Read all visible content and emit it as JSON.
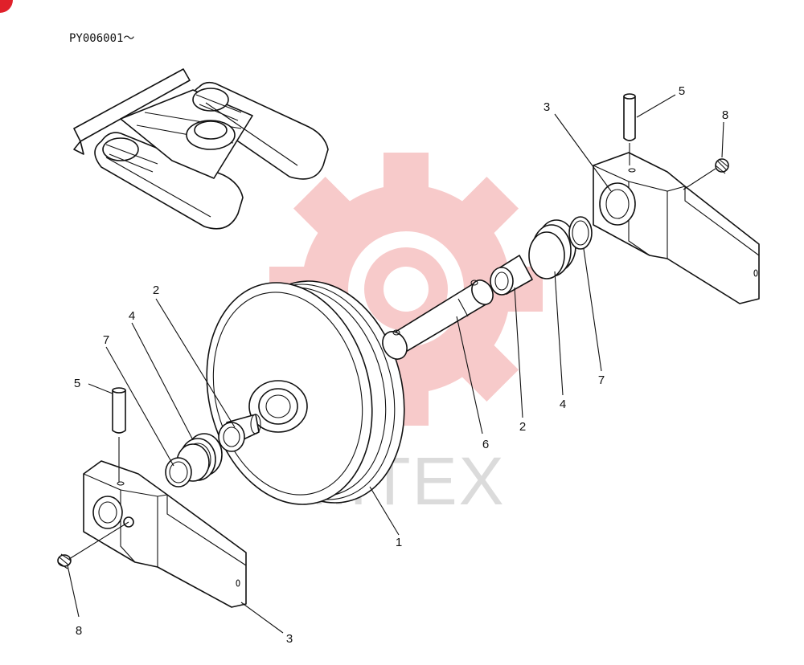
{
  "header": {
    "serial_code": "PY006001～"
  },
  "watermark": {
    "text": "MITEX",
    "gear_color": "#f2a0a0"
  },
  "callouts": {
    "idler_wheel": "1",
    "bushing_left": "2",
    "bushing_right": "2",
    "seal_left": "4",
    "seal_right": "4",
    "oring_left": "7",
    "oring_right": "7",
    "pin_left": "5",
    "pin_right": "5",
    "bracket_left": "3",
    "bracket_right": "3",
    "plug_left": "8",
    "plug_right": "8",
    "shaft": "6"
  },
  "colors": {
    "line": "#111111",
    "badge": "#e0202a"
  }
}
